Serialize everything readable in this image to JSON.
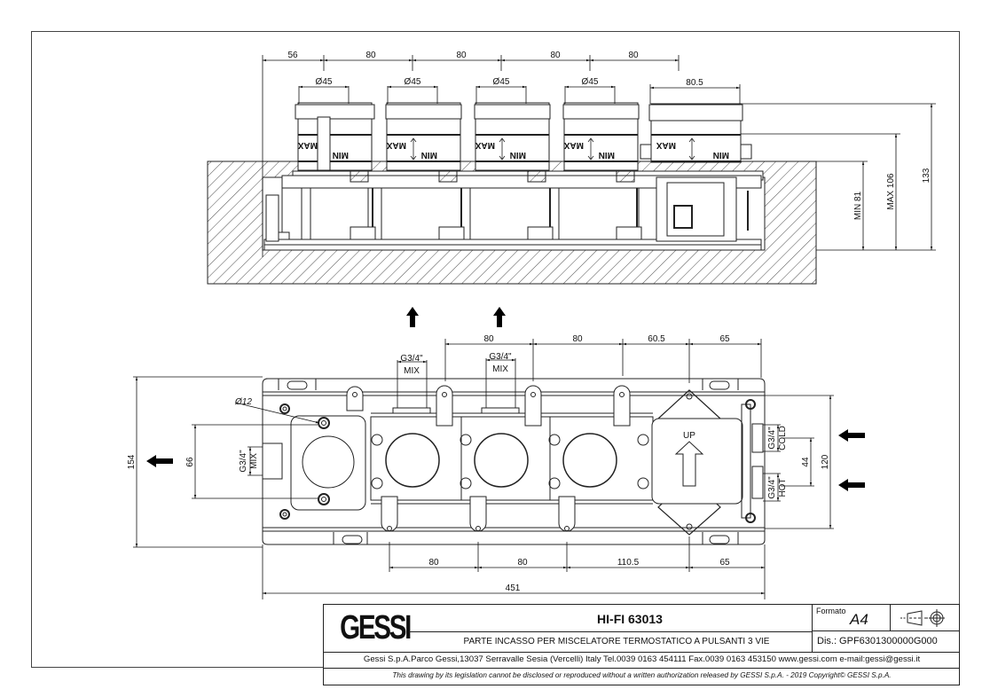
{
  "drawing": {
    "top_view": {
      "width_dims": [
        "56",
        "80",
        "80",
        "80",
        "80"
      ],
      "dia_labels": [
        "Ø45",
        "Ø45",
        "Ø45",
        "Ø45"
      ],
      "box_width": "80.5",
      "min_label": "MIN",
      "max_label": "MAX",
      "height_dims": [
        "MIN 81",
        "MAX 106",
        "133"
      ]
    },
    "front_view": {
      "top_dims": [
        "80",
        "80",
        "60.5",
        "65"
      ],
      "bottom_dims": [
        "80",
        "80",
        "110.5",
        "65"
      ],
      "overall_width": "451",
      "overall_height": "154",
      "left_spacing": "66",
      "right_height": "120",
      "inlet_spacing": "44",
      "screw_dia": "Ø12",
      "mix_outlets": [
        {
          "thread": "G3/4\"",
          "name": "MIX"
        },
        {
          "thread": "G3/4\"",
          "name": "MIX"
        },
        {
          "thread": "G3/4\"",
          "name": "MIX"
        }
      ],
      "inlets": [
        {
          "thread": "G3/4\"",
          "name": "COLD"
        },
        {
          "thread": "G3/4\"",
          "name": "HOT"
        }
      ],
      "up_label": "UP"
    }
  },
  "title_block": {
    "logo": "GESSI",
    "product": "HI-FI 63013",
    "description": "PARTE INCASSO PER MISCELATORE TERMOSTATICO A PULSANTI 3 VIE",
    "format_label": "Formato",
    "format_value": "A4",
    "projection_icon": "first-angle-projection-icon",
    "drawing_number": "Dis.: GPF6301300000G000",
    "address": "Gessi S.p.A.Parco Gessi,13037 Serravalle Sesia (Vercelli) Italy Tel.0039 0163 454111 Fax.0039 0163 453150 www.gessi.com e-mail:gessi@gessi.it",
    "disclaimer": "This drawing by its legislation cannot be disclosed or reproduced without a written authorization released by GESSI S.p.A. - 2019 Copyright© GESSI S.p.A."
  }
}
